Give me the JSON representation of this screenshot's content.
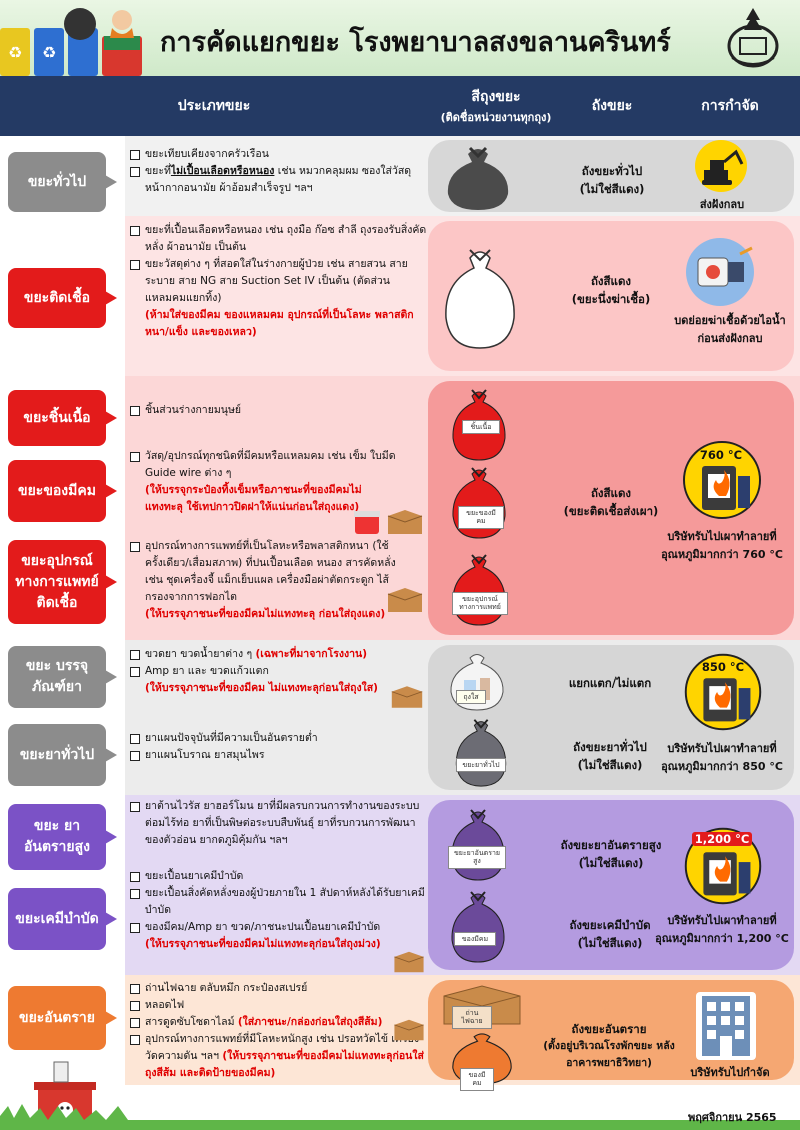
{
  "header": {
    "title": "การคัดแยกขยะ โรงพยาบาลสงขลานครินทร์"
  },
  "table_header": {
    "type": "ประเภทขยะ",
    "bag_color": "สีถุงขยะ",
    "bag_note": "(ติดชื่อหน่วยงานทุกถุง)",
    "bin": "ถังขยะ",
    "disposal": "การกำจัด"
  },
  "general": {
    "label": "ขยะทั่วไป",
    "item1": "ขยะเทียบเคียงจากครัวเรือน",
    "item2_pre": "ขยะที่",
    "item2_u": "ไม่เปื้อนเลือดหรือหนอง",
    "item2_post": " เช่น หมวกคลุมผม ซองใส่วัสดุ หน้ากากอนามัย ผ้าอ้อมสำเร็จรูป ฯลฯ",
    "bin": "ถังขยะทั่วไป",
    "bin_note": "(ไม่ใช่สีแดง)",
    "disposal": "ส่งฝังกลบ"
  },
  "infectious": {
    "label": "ขยะติดเชื้อ",
    "item1": "ขยะที่เปื้อนเลือดหรือหนอง เช่น ถุงมือ ก๊อซ สำลี ถุงรองรับสิ่งคัดหลั่ง ผ้าอนามัย เป็นต้น",
    "item2": "ขยะวัสดุต่าง ๆ ที่สอดใส่ในร่างกายผู้ป่วย เช่น สายสวน สายระบาย สาย NG สาย Suction Set IV เป็นต้น (ตัดส่วนแหลมคมแยกทิ้ง)",
    "warn": "(ห้ามใส่ของมีคม ของแหลมคม อุปกรณ์ที่เป็นโลหะ พลาสติกหนา/แข็ง และของเหลว)",
    "bin": "ถังสีแดง",
    "bin_note": "(ขยะนึ่งฆ่าเชื้อ)",
    "disposal": "บดย่อยฆ่าเชื้อด้วยไอน้ำ ก่อนส่งฝังกลบ"
  },
  "tissue": {
    "label": "ขยะชิ้นเนื้อ",
    "item1": "ชิ้นส่วนร่างกายมนุษย์",
    "tag": "ชิ้นเนื้อ"
  },
  "sharps": {
    "label": "ขยะของมีคม",
    "item1": "วัสดุ/อุปกรณ์ทุกชนิดที่มีคมหรือแหลมคม เช่น เข็ม ใบมีด Guide wire ต่าง ๆ",
    "warn": "(ให้บรรจุกระป๋องทิ้งเข็มหรือภาชนะที่ของมีคมไม่แทงทะลุ ใช้เทปกาวปิดฝาให้แน่นก่อนใส่ถุงแดง)",
    "tag": "ขยะของมีคม"
  },
  "device": {
    "label": "ขยะอุปกรณ์ ทางการแพทย์ ติดเชื้อ",
    "item1": "อุปกรณ์ทางการแพทย์ที่เป็นโลหะหรือพลาสติกหนา (ใช้ครั้งเดียว/เสื่อมสภาพ) ที่ปนเปื้อนเลือด หนอง สารคัดหลั่ง เช่น ชุดเครื่องจี้ แม็กเย็บแผล เครื่องมือผ่าตัดกระดูก ไส้กรองจากการฟอกไต",
    "warn": "(ให้บรรจุภาชนะที่ของมีคมไม่แทงทะลุ ก่อนใส่ถุงแดง)",
    "tag": "ขยะอุปกรณ์ ทางการแพทย์"
  },
  "incineration_red": {
    "bin": "ถังสีแดง",
    "bin_note": "(ขยะติดเชื้อส่งเผา)",
    "temp": "760 °C",
    "disposal": "บริษัทรับไปเผาทำลายที่ อุณหภูมิมากกว่า 760 °C"
  },
  "packaging": {
    "label": "ขยะ บรรจุภัณฑ์ยา",
    "item1_pre": "ขวดยา ขวดน้ำยาต่าง ๆ ",
    "item1_warn": "(เฉพาะที่มาจากโรงงาน)",
    "item2": "Amp ยา และ ขวดแก้วแตก",
    "warn": "(ให้บรรจุภาชนะที่ของมีคม ไม่แทงทะลุก่อนใส่ถุงใส)",
    "tag": "ถุงใส",
    "bin": "แยกแตก/ไม่แตก"
  },
  "general_drug": {
    "label": "ขยะยาทั่วไป",
    "item1": "ยาแผนปัจจุบันที่มีความเป็นอันตรายต่ำ",
    "item2": "ยาแผนโบราณ ยาสมุนไพร",
    "tag": "ขยะยาทั่วไป",
    "bin": "ถังขยะยาทั่วไป",
    "bin_note": "(ไม่ใช่สีแดง)",
    "temp": "850 °C",
    "disposal": "บริษัทรับไปเผาทำลายที่ อุณหภูมิมากกว่า 850 °C"
  },
  "hazardous_drug": {
    "label": "ขยะ ยาอันตรายสูง",
    "item1": "ยาต้านไวรัส ยาฮอร์โมน ยาที่มีผลรบกวนการทำงานของระบบต่อมไร้ท่อ ยาที่เป็นพิษต่อระบบสืบพันธุ์ ยาที่รบกวนการพัฒนาของตัวอ่อน ยากดภูมิคุ้มกัน ฯลฯ",
    "tag": "ขยะยาอันตรายสูง",
    "bin": "ถังขยะยาอันตรายสูง",
    "bin_note": "(ไม่ใช่สีแดง)"
  },
  "chemo": {
    "label": "ขยะเคมีบำบัด",
    "item1": "ขยะเปื้อนยาเคมีบำบัด",
    "item2": "ขยะเปื้อนสิ่งคัดหลั่งของผู้ป่วยภายใน 1 สัปดาห์หลังได้รับยาเคมีบำบัด",
    "item3": "ของมีคม/Amp ยา ขวด/ภาชนะปนเปื้อนยาเคมีบำบัด",
    "warn": "(ให้บรรจุภาชนะที่ของมีคมไม่แทงทะลุก่อนใส่ถุงม่วง)",
    "tag": "ของมีคม",
    "bin": "ถังขยะเคมีบำบัด",
    "bin_note": "(ไม่ใช่สีแดง)",
    "temp": "1,200 °C",
    "disposal": "บริษัทรับไปเผาทำลายที่ อุณหภูมิมากกว่า 1,200 °C"
  },
  "hazardous": {
    "label": "ขยะอันตราย",
    "item1": "ถ่านไฟฉาย ตลับหมึก กระป๋องสเปรย์",
    "item2": "หลอดไฟ",
    "item3_pre": "สารดูดซับโซดาไลม์ ",
    "item3_warn": "(ใส่ภาชนะ/กล่องก่อนใส่ถุงสีส้ม)",
    "item4_pre": "อุปกรณ์ทางการแพทย์ที่มีโลหะหนักสูง เช่น ปรอทวัดไข้ เครื่องวัดความดัน ฯลฯ ",
    "item4_warn": "(ให้บรรจุภาชนะที่ของมีคมไม่แทงทะลุก่อนใส่ถุงสีส้ม และติดป้ายของมีคม)",
    "tag1": "ถ่านไฟฉาย",
    "tag2": "ของมีคม",
    "bin": "ถังขยะอันตราย",
    "bin_note": "(ตั้งอยู่บริเวณโรงพักขยะ หลังอาคารพยาธิวิทยา)",
    "disposal": "บริษัทรับไปกำจัด"
  },
  "footer": {
    "date": "พฤศจิกายน 2565"
  }
}
